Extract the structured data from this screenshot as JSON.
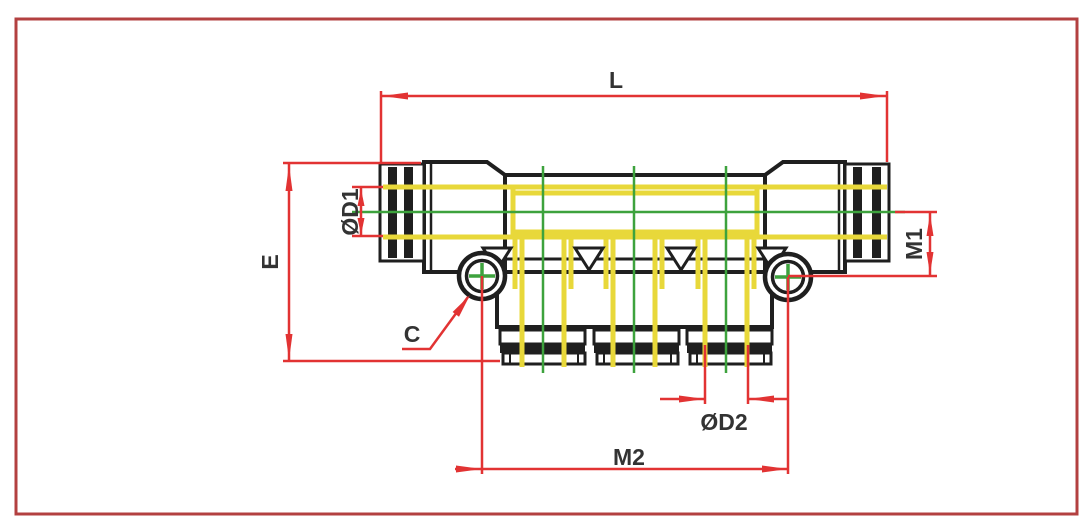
{
  "diagram": {
    "labels": {
      "L": "L",
      "E": "E",
      "D1": "ØD1",
      "M1": "M1",
      "C": "C",
      "D2": "ØD2",
      "M2": "M2"
    },
    "colors": {
      "border": "#b34040",
      "dimension": "#e23333",
      "tube": "#e8d83a",
      "centerline": "#3da23d",
      "outline": "#1f1f1f",
      "label_text": "#333333"
    }
  }
}
